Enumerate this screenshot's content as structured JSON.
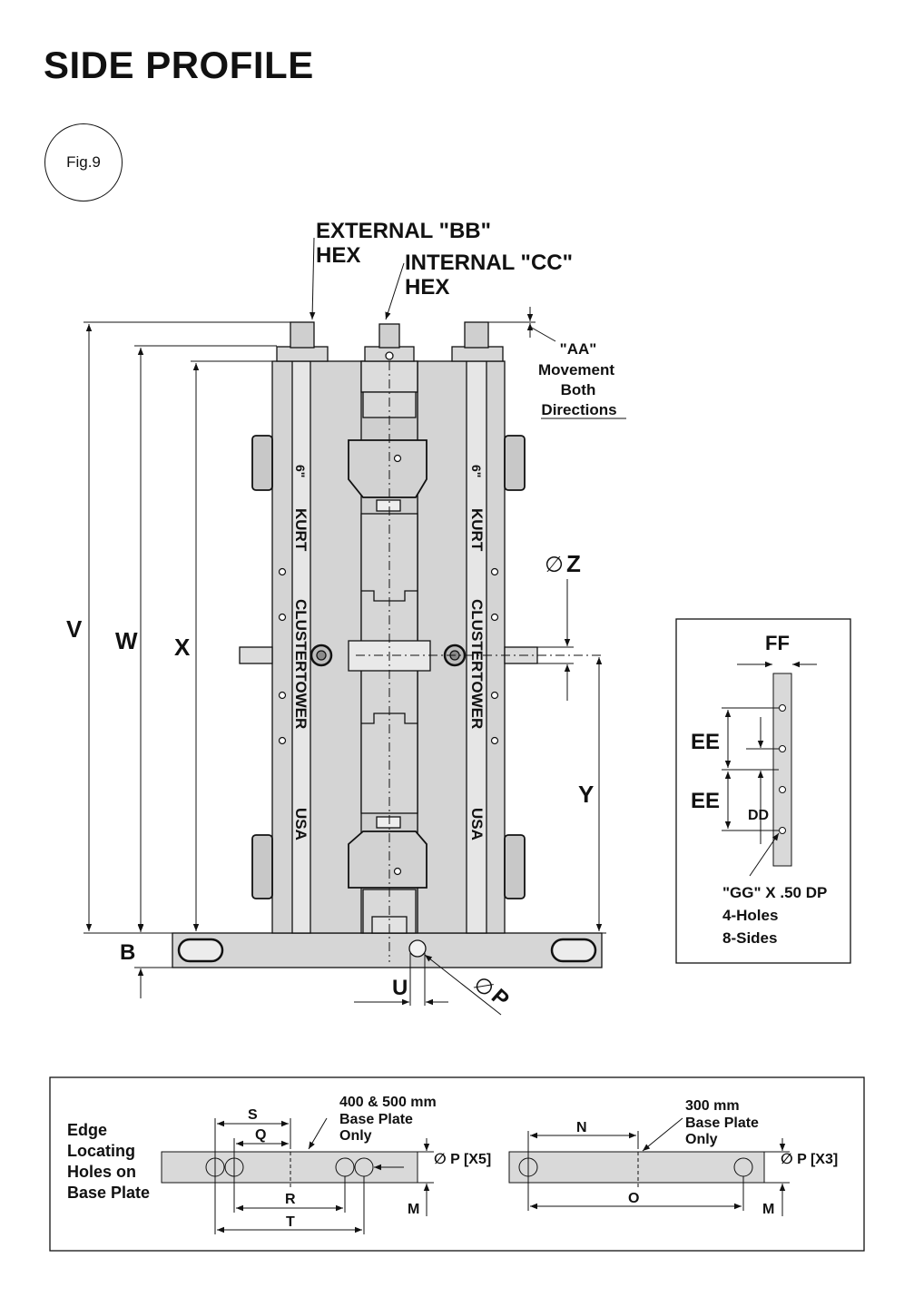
{
  "title": "SIDE PROFILE",
  "figure": "Fig.9",
  "callouts": {
    "external_hex": [
      "EXTERNAL \"BB\"",
      "HEX"
    ],
    "internal_hex": [
      "INTERNAL \"CC\"",
      "HEX"
    ],
    "aa_movement": [
      "\"AA\"",
      "Movement",
      "Both",
      "Directions"
    ]
  },
  "tower_text": {
    "brand": "KURT",
    "size": "6\"",
    "name": "CLUSTERTOWER",
    "origin": "USA"
  },
  "dimensions": {
    "V": "V",
    "W": "W",
    "X": "X",
    "Y": "Y",
    "Z": "Z",
    "B": "B",
    "U": "U",
    "P": "P",
    "diameter_symbol": "∅"
  },
  "detail": {
    "FF": "FF",
    "EE": "EE",
    "DD": "DD",
    "note": [
      "\"GG\" X .50 DP",
      "4-Holes",
      "8-Sides"
    ]
  },
  "base_panel": {
    "caption": [
      "Edge",
      "Locating",
      "Holes on",
      "Base Plate"
    ],
    "left_note": [
      "400 & 500 mm",
      "Base Plate",
      "Only"
    ],
    "right_note": [
      "300 mm",
      "Base Plate",
      "Only"
    ],
    "S": "S",
    "Q": "Q",
    "R": "R",
    "T": "T",
    "N": "N",
    "O": "O",
    "M": "M",
    "p_x5": "∅ P [X5]",
    "p_x3": "∅ P [X3]"
  }
}
